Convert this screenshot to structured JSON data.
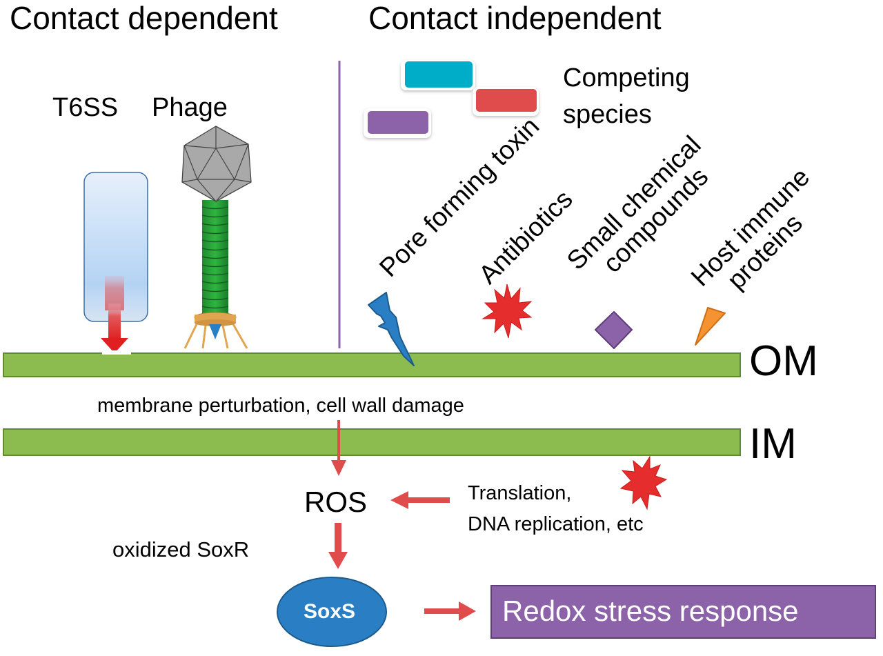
{
  "headings": {
    "contact_dependent": "Contact dependent",
    "contact_independent": "Contact independent"
  },
  "left_panel": {
    "t6ss_label": "T6SS",
    "phage_label": "Phage"
  },
  "right_panel": {
    "competing_species": [
      "Competing",
      "species"
    ],
    "competing_species_colors": [
      "#00adc8",
      "#e04b4b",
      "#8c62a8"
    ],
    "stressors": [
      {
        "label_lines": [
          "Pore forming toxin"
        ],
        "icon": "lightning-bolt",
        "color": "#2a7fc4"
      },
      {
        "label_lines": [
          "Antibiotics"
        ],
        "icon": "starburst",
        "color": "#e52d2d"
      },
      {
        "label_lines": [
          "Small chemical",
          "compounds"
        ],
        "icon": "diamond",
        "color": "#8c62a8"
      },
      {
        "label_lines": [
          "Host immune",
          "proteins"
        ],
        "icon": "triangle",
        "color": "#f59332"
      }
    ]
  },
  "membranes": {
    "outer": "OM",
    "inner": "IM",
    "color": "#8cbb50"
  },
  "pathway": {
    "damage_label": "membrane perturbation, cell wall damage",
    "ros_label": "ROS",
    "intracellular_label": [
      "Translation,",
      "DNA replication, etc"
    ],
    "soxr_label": "oxidized SoxR",
    "soxs_label": "SoxS",
    "response_label": "Redox stress response",
    "arrow_color": "#e04b4b",
    "soxs_color": "#2a7fc4",
    "response_color": "#8c62a8"
  }
}
